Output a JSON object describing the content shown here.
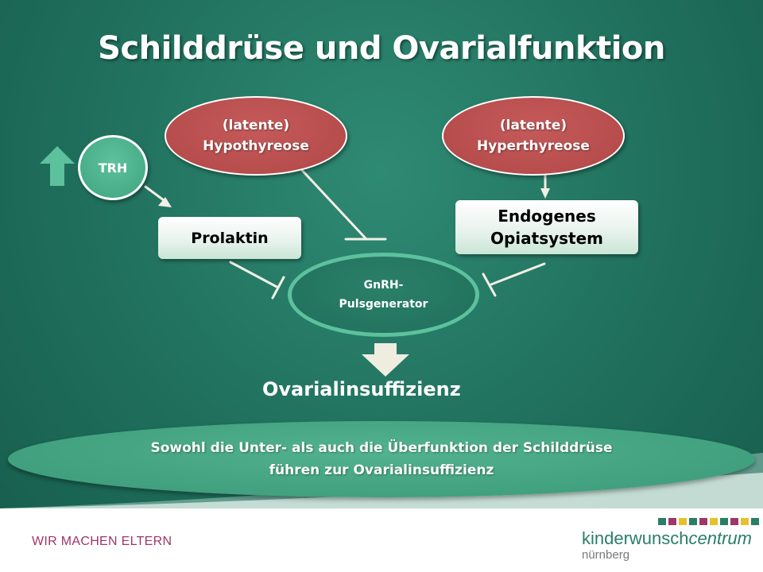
{
  "title": "Schilddrüse und Ovarialfunktion",
  "nodes": {
    "hypo": {
      "line1": "(latente)",
      "line2": "Hypothyreose"
    },
    "hyper": {
      "line1": "(latente)",
      "line2": "Hyperthyreose"
    },
    "trh": "TRH",
    "prolaktin": "Prolaktin",
    "opiat": {
      "line1": "Endogenes",
      "line2": "Opiatsystem"
    },
    "gnrh": {
      "line1": "GnRH-",
      "line2": "Pulsgenerator"
    },
    "result": "Ovarialinsuffizienz"
  },
  "summary": {
    "line1": "Sowohl die Unter- als auch die Überfunktion der Schilddrüse",
    "line2": "führen zur Ovarialinsuffizienz"
  },
  "footer": {
    "slogan": "WIR MACHEN ELTERN",
    "brand_regular": "kinderwunsch",
    "brand_italic": "centrum",
    "city": "nürnberg"
  },
  "colors": {
    "background": "#1f6f5c",
    "red_oval": "#b04747",
    "green_accent": "#5cc19c",
    "slogan": "#a0356a",
    "brand": "#2a7e66"
  },
  "brand_bar_colors": [
    "#2a7e66",
    "#a0356a",
    "#e3c22d",
    "#2a7e66",
    "#a0356a",
    "#e3c22d",
    "#2a7e66",
    "#a0356a",
    "#e3c22d",
    "#2a7e66"
  ]
}
